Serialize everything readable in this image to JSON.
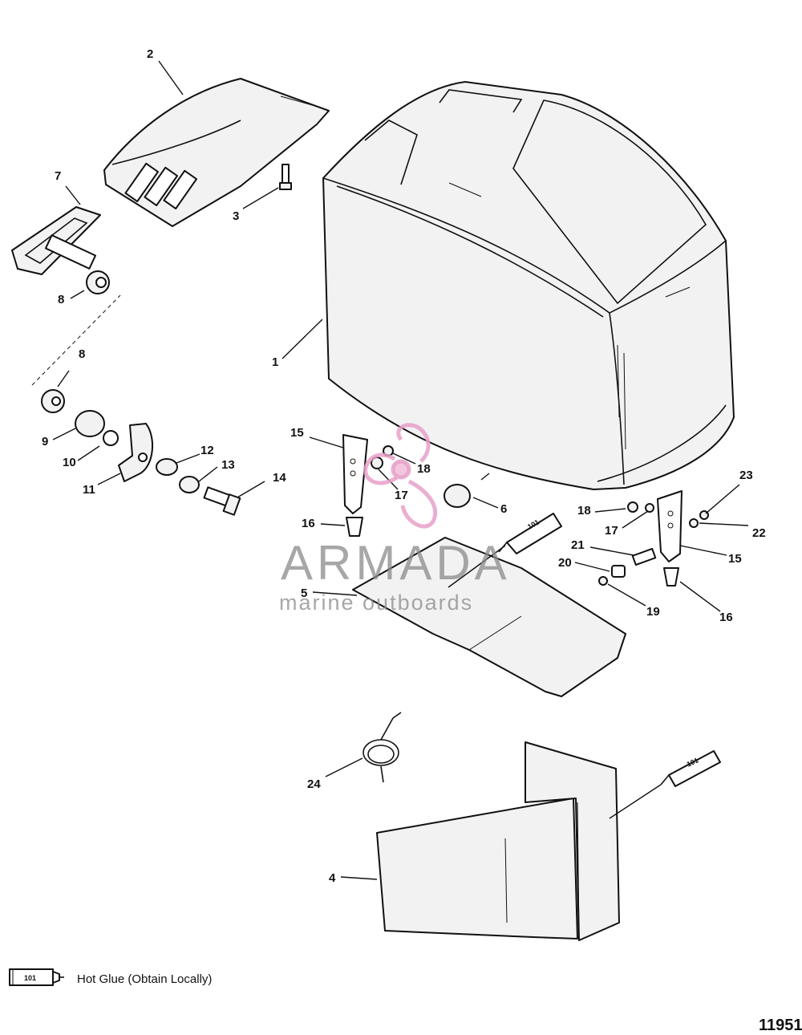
{
  "callouts": {
    "c1": "1",
    "c2": "2",
    "c3": "3",
    "c4": "4",
    "c5": "5",
    "c6": "6",
    "c7": "7",
    "c8a": "8",
    "c8b": "8",
    "c9": "9",
    "c10": "10",
    "c11": "11",
    "c12": "12",
    "c13": "13",
    "c14": "14",
    "c15a": "15",
    "c15b": "15",
    "c16a": "16",
    "c16b": "16",
    "c17a": "17",
    "c17b": "17",
    "c18a": "18",
    "c18b": "18",
    "c19": "19",
    "c20": "20",
    "c21": "21",
    "c22": "22",
    "c23": "23",
    "c24": "24"
  },
  "tube_label": "101",
  "legend": {
    "tube_code": "101",
    "text": "Hot Glue (Obtain Locally)"
  },
  "watermark": {
    "title": "ARMADA",
    "subtitle": "marine outboards",
    "color": "#e8a0c8"
  },
  "figure_number": "11951",
  "icons": [
    "propeller-logo-icon",
    "glue-tube-icon"
  ]
}
